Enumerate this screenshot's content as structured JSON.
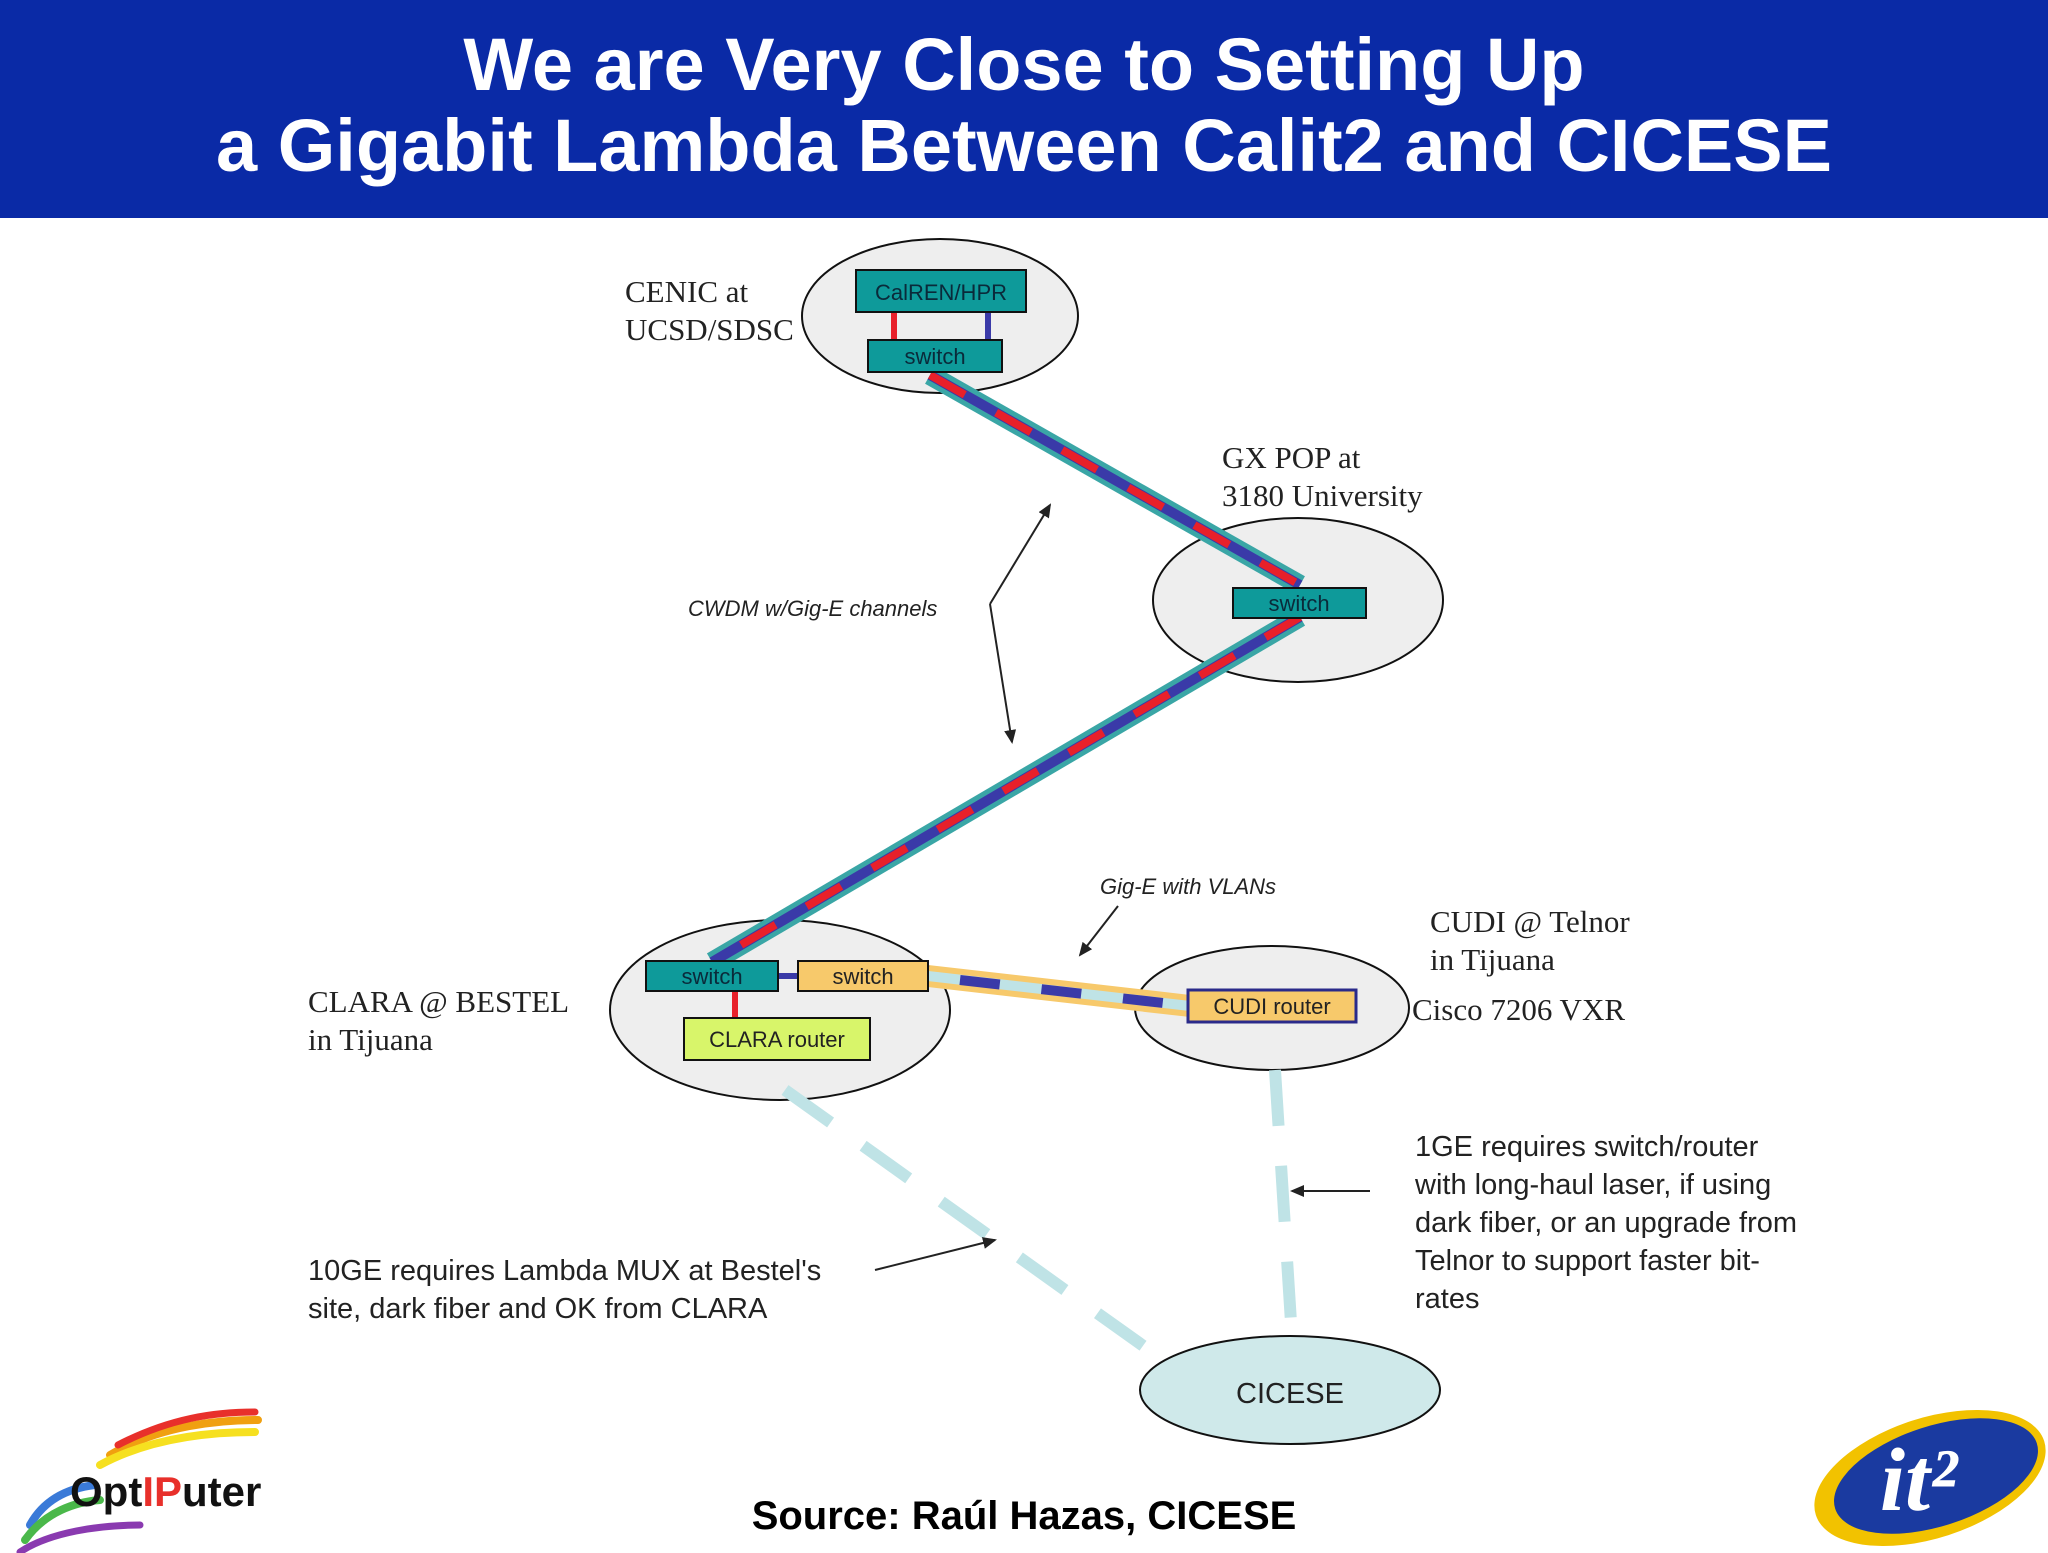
{
  "title": {
    "line1": "We are Very Close to Setting Up",
    "line2": "a Gigabit Lambda Between Calit2 and CICESE"
  },
  "nodes": {
    "cenic": {
      "label1": "CENIC at",
      "label2": "UCSD/SDSC",
      "box_top": "CalREN/HPR",
      "box_switch": "switch"
    },
    "gxpop": {
      "label1": "GX POP at",
      "label2": "3180 University",
      "box_switch": "switch"
    },
    "clara": {
      "label1": "CLARA @ BESTEL",
      "label2": "in Tijuana",
      "switch1": "switch",
      "switch2": "switch",
      "router": "CLARA router"
    },
    "cudi": {
      "label1": "CUDI @ Telnor",
      "label2": "in Tijuana",
      "router": "CUDI router",
      "model": "Cisco 7206 VXR"
    },
    "cicese": {
      "label": "CICESE"
    }
  },
  "annotations": {
    "cwdm": "CWDM w/Gig-E channels",
    "gige_vlans": "Gig-E with VLANs",
    "ten_ge": [
      "10GE requires Lambda MUX at Bestel's",
      "site, dark fiber and OK from CLARA"
    ],
    "one_ge": [
      "1GE requires switch/router",
      "with long-haul laser, if using",
      "dark fiber, or an upgrade from",
      "Telnor to support faster bit-",
      "rates"
    ]
  },
  "source": "Source:  Raúl Hazas, CICESE",
  "logos": {
    "optiputer": {
      "prefix": "Opt",
      "highlight": "IP",
      "suffix": "uter"
    },
    "it2": "it²"
  },
  "colors": {
    "header_bg": "#0a2aa6",
    "teal_box": "#0e9a9a",
    "yellow_box": "#f7c96b",
    "green_box": "#d8f56a",
    "cicese_fill": "#cfe9ea",
    "link_red": "#e8202a",
    "link_blue": "#3a3aa8",
    "link_teal": "#3aa6a6",
    "dash_lightblue": "#bfe3e6"
  }
}
